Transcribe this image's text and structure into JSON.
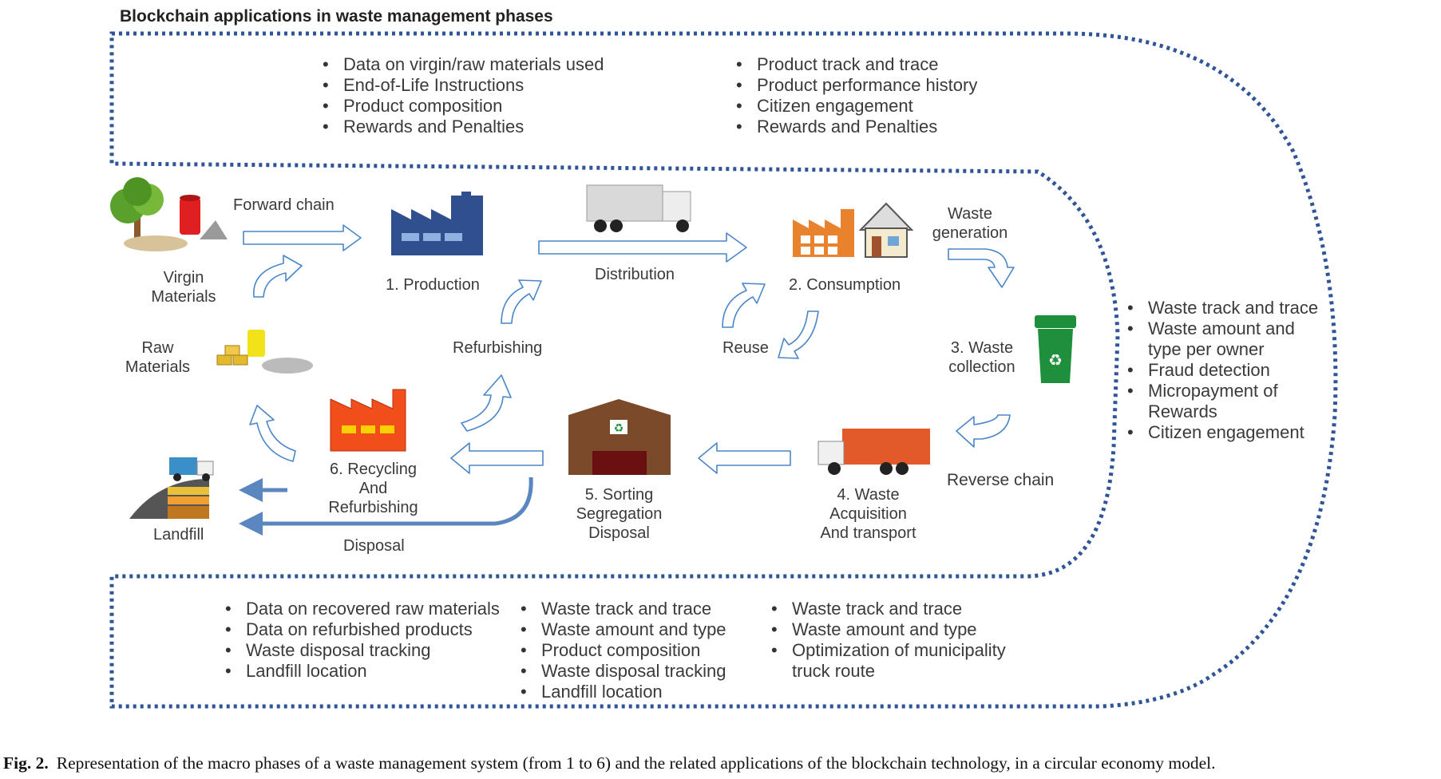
{
  "title": "Blockchain applications in waste management phases",
  "top_lists": {
    "left": [
      "Data on virgin/raw materials used",
      "End-of-Life Instructions",
      "Product composition",
      "Rewards and Penalties"
    ],
    "right": [
      "Product track and trace",
      "Product performance history",
      "Citizen engagement",
      "Rewards and Penalties"
    ]
  },
  "right_list": [
    "Waste track and trace",
    "Waste amount and type per owner",
    "Fraud detection",
    "Micropayment of Rewards",
    "Citizen engagement"
  ],
  "bottom_lists": {
    "left": [
      "Data on recovered raw materials",
      "Data on refurbished products",
      "Waste disposal tracking",
      "Landfill location"
    ],
    "middle": [
      "Waste track and trace",
      "Waste amount and type",
      "Product composition",
      "Waste disposal tracking",
      "Landfill location"
    ],
    "right": [
      "Waste track and trace",
      "Waste amount and type",
      "Optimization of municipality truck route"
    ]
  },
  "labels": {
    "forward_chain": "Forward chain",
    "virgin_materials": "Virgin Materials",
    "production": "1. Production",
    "distribution": "Distribution",
    "consumption": "2. Consumption",
    "waste_generation": "Waste generation",
    "refurbishing": "Refurbishing",
    "reuse": "Reuse",
    "raw_materials": "Raw Materials",
    "waste_collection": "3. Waste collection",
    "recycling": "6. Recycling And Refurbishing",
    "sorting": "5. Sorting Segregation Disposal",
    "acquisition": "4. Waste Acquisition And transport",
    "reverse_chain": "Reverse chain",
    "landfill": "Landfill",
    "disposal": "Disposal"
  },
  "caption": {
    "label": "Fig. 2.",
    "text": "Representation of the macro phases of a waste management system (from 1 to 6) and the related applications of the blockchain technology, in a circular economy model."
  },
  "colors": {
    "dotted_border": "#2f5597",
    "outline_arrow": "#4a86c8",
    "disposal_arrow": "#5b87c0",
    "factory_blue": "#2f4f8f",
    "factory_orange": "#e8822c",
    "recycling_red": "#f04e1a",
    "bin_green": "#1e8f3a",
    "warehouse_brown": "#7b4a2a",
    "truck_orange": "#e25a2a"
  },
  "icons": [
    "tree-icon",
    "oil-barrel-icon",
    "factory-icon",
    "delivery-truck-icon",
    "house-icon",
    "recycle-bin-icon",
    "warehouse-icon",
    "garbage-truck-icon",
    "landfill-icon",
    "gold-bars-icon"
  ]
}
